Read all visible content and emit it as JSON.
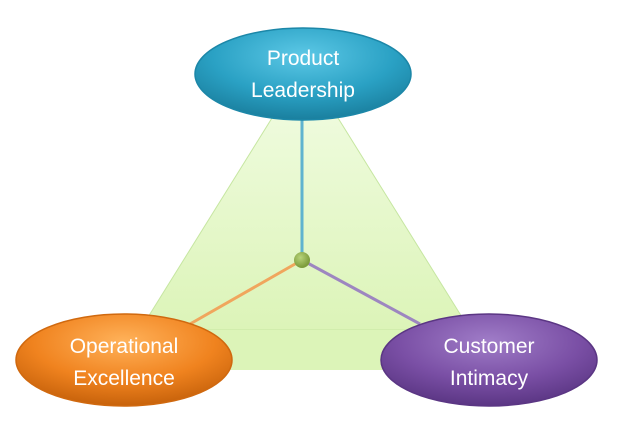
{
  "nodes": {
    "top": {
      "line1": "Product",
      "line2": "Leadership",
      "color": "#2aa1c4"
    },
    "left": {
      "line1": "Operational",
      "line2": "Excellence",
      "color": "#f0831f"
    },
    "right": {
      "line1": "Customer",
      "line2": "Intimacy",
      "color": "#7a4fa5"
    }
  },
  "colors": {
    "triangle_fill": "#e3f7c6",
    "triangle_stroke": "#c6e6a1",
    "hub": "#8fb04a",
    "spoke_top": "#5fb3cf",
    "spoke_left": "#f0a65d",
    "spoke_right": "#9d86c0"
  }
}
